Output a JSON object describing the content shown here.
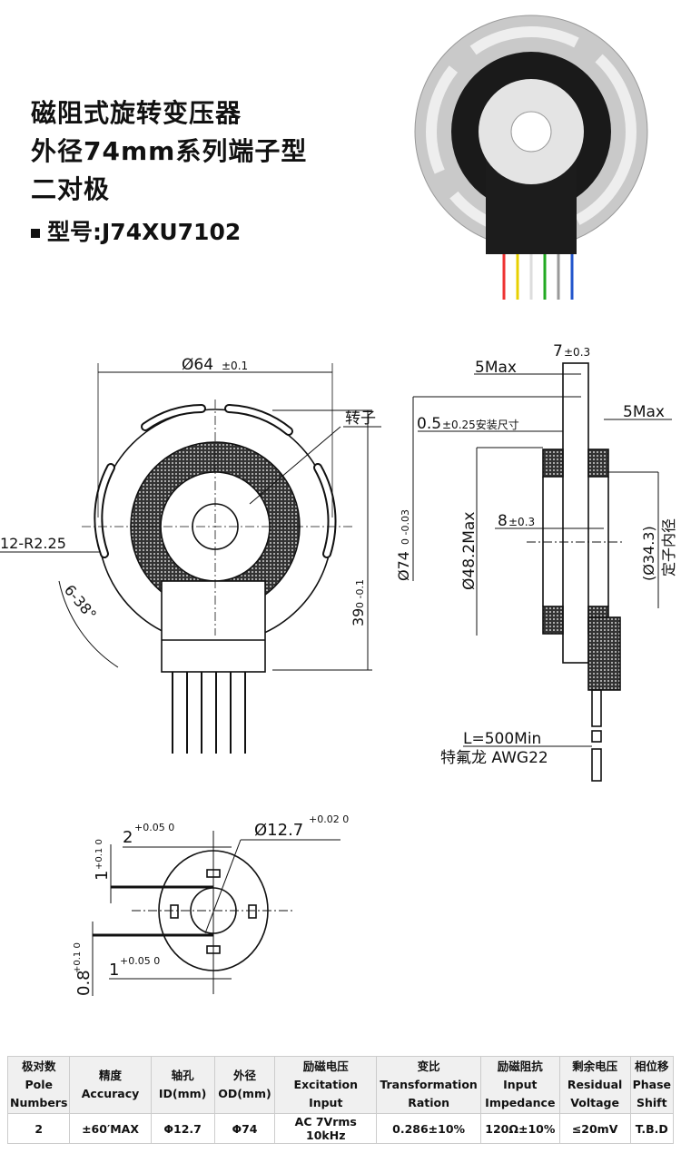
{
  "title": {
    "line1": "磁阻式旋转变压器",
    "line2": "外径74mm系列端子型",
    "line3": "二对极",
    "model": "型号:J74XU7102"
  },
  "front_view": {
    "od_label": "Ø64",
    "od_tol": "±0.1",
    "rotor_label": "转子",
    "radius_label": "12-R2.25",
    "angle_label": "6-38°",
    "height_label": "39",
    "height_tol": "0\n-0.1"
  },
  "side_view": {
    "width_label": "7",
    "width_tol": "±0.3",
    "max_left": "5Max",
    "max_right": "5Max",
    "mount_label": "0.5",
    "mount_tol": "±0.25安装尺寸",
    "od74_label": "Ø74",
    "od74_tol": "0 -0.03",
    "d48_label": "Ø48.2Max",
    "depth_label": "8",
    "depth_tol": "±0.3",
    "stator_id": "(Ø34.3)",
    "stator_id_caption": "定子内径",
    "lead_length": "L=500Min",
    "lead_type": "特氟龙 AWG22"
  },
  "detail_view": {
    "key_w": "2",
    "key_w_tol": "+0.05 0",
    "bore": "Ø12.7",
    "bore_tol": "+0.02 0",
    "key_h": "1",
    "key_h_tol": "+0.1 0",
    "key2_w": "1",
    "key2_w_tol": "+0.05 0",
    "key2_h": "0.8",
    "key2_h_tol": "+0.1 0"
  },
  "spec_table": {
    "headers": [
      [
        "极对数",
        "Pole",
        "Numbers"
      ],
      [
        "精度",
        "Accuracy"
      ],
      [
        "轴孔",
        "ID(mm)"
      ],
      [
        "外径",
        "OD(mm)"
      ],
      [
        "励磁电压",
        "Excitation Input"
      ],
      [
        "变比",
        "Transformation",
        "Ration"
      ],
      [
        "励磁阻抗",
        "Input",
        "Impedance"
      ],
      [
        "剩余电压",
        "Residual",
        "Voltage"
      ],
      [
        "相位移",
        "Phase",
        "Shift"
      ]
    ],
    "row": [
      "2",
      "±60′MAX",
      "Φ12.7",
      "Φ74",
      "AC 7Vrms 10kHz",
      "0.286±10%",
      "120Ω±10%",
      "≤20mV",
      "T.B.D"
    ]
  },
  "colors": {
    "ink": "#111111",
    "ring": "#3a3a3a",
    "metal": "#c8c8c8"
  }
}
